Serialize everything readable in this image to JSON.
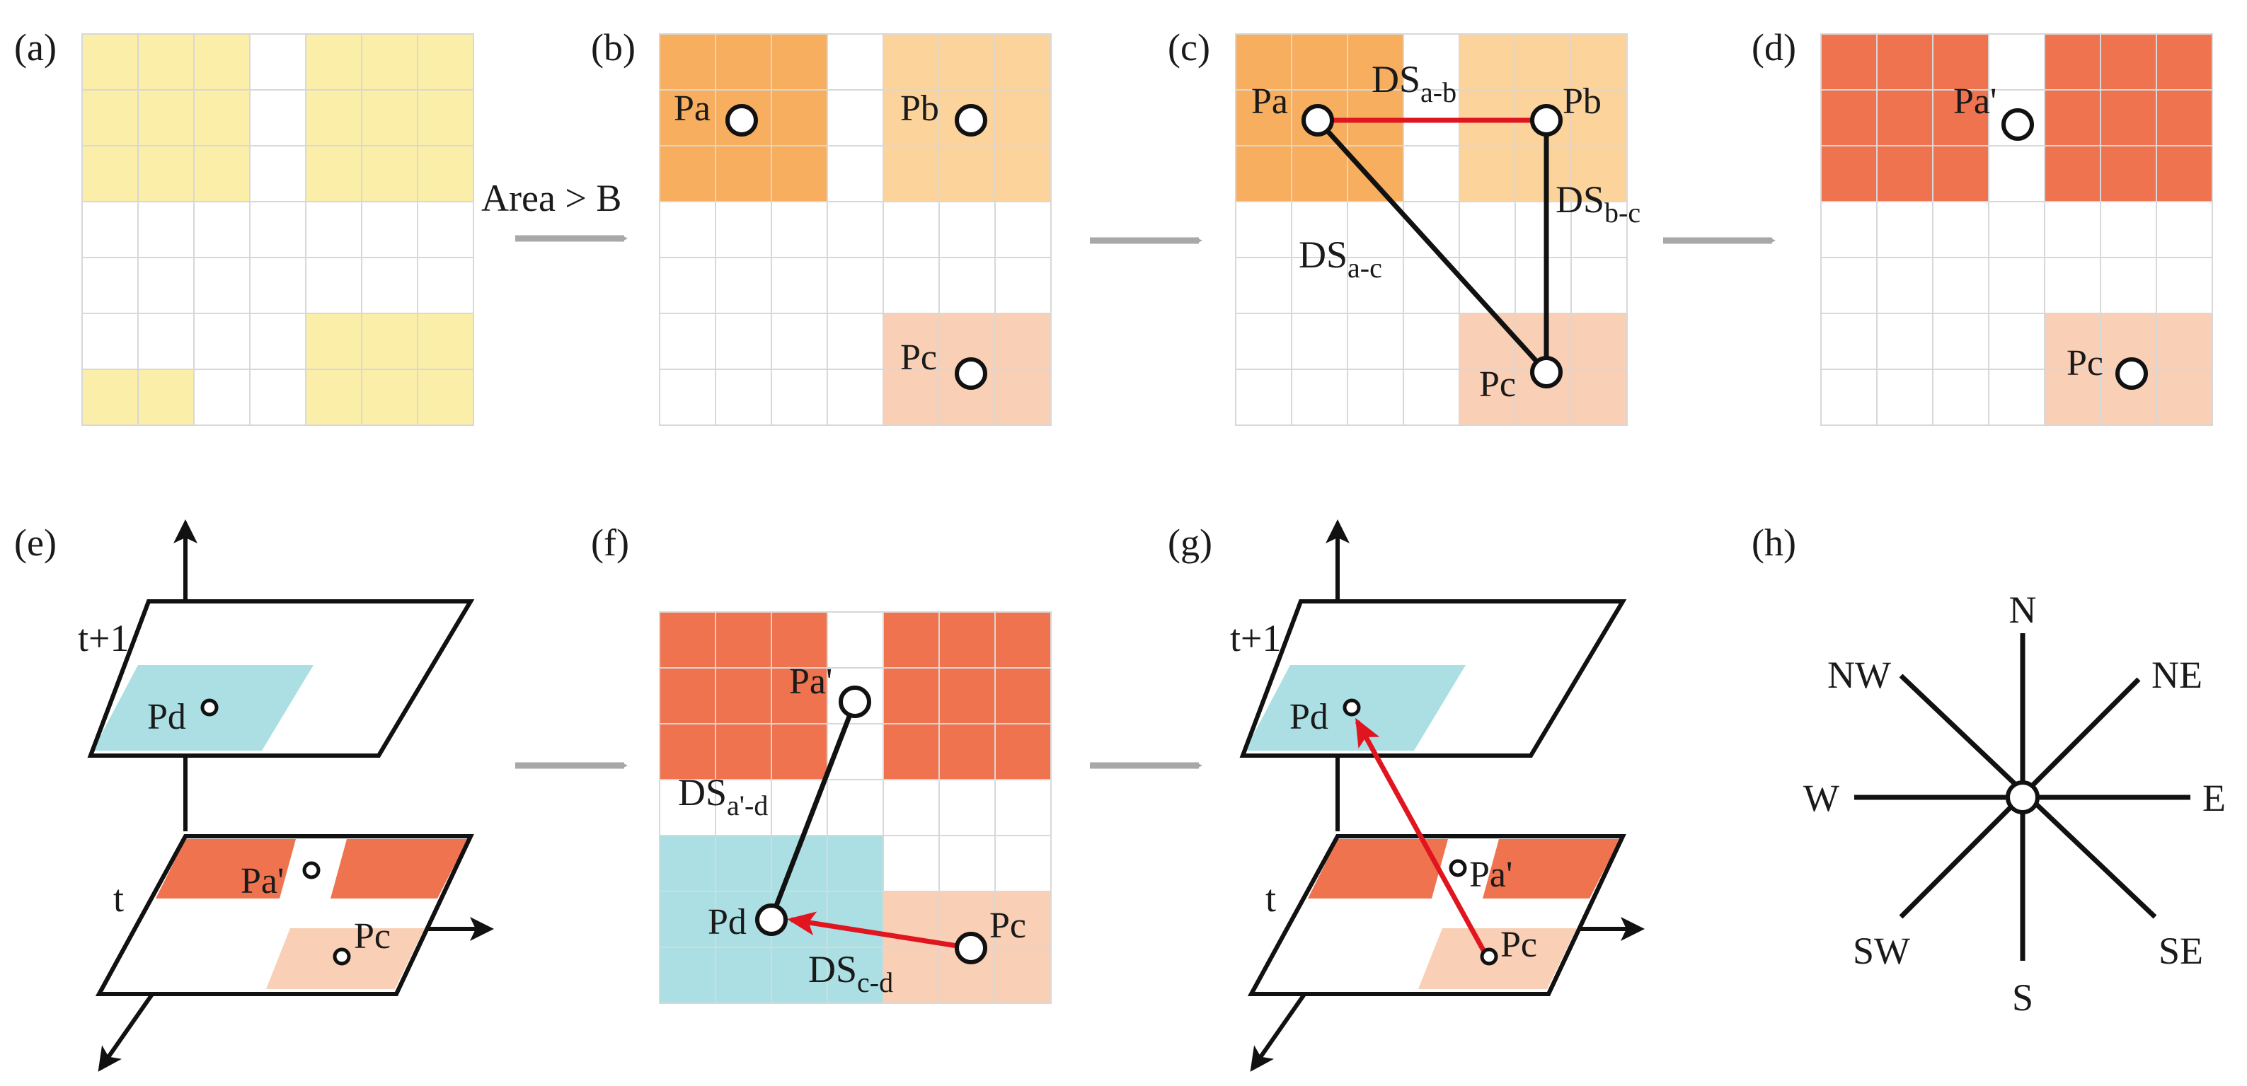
{
  "colors": {
    "yellow": "#fbeea9",
    "orange_dark": "#f7ae5f",
    "orange_light": "#fdd39c",
    "peach": "#f9cfb5",
    "red": "#f0734f",
    "cyan": "#abdfe4",
    "grid": "#d8d8d8",
    "arrow_grey": "#a8a8a8",
    "arrow_red": "#e01520",
    "ink": "#111111"
  },
  "panels": {
    "a": {
      "label": "(a)"
    },
    "b": {
      "label": "(b)",
      "pa": "Pa",
      "pb": "Pb",
      "pc": "Pc"
    },
    "c": {
      "label": "(c)",
      "pa": "Pa",
      "pb": "Pb",
      "pc": "Pc",
      "ds_ab": "DS",
      "ds_ab_sub": "a-b",
      "ds_bc": "DS",
      "ds_bc_sub": "b-c",
      "ds_ac": "DS",
      "ds_ac_sub": "a-c"
    },
    "d": {
      "label": "(d)",
      "pa": "Pa'",
      "pc": "Pc"
    },
    "e": {
      "label": "(e)",
      "t1": "t+1",
      "t": "t",
      "pd": "Pd",
      "pa": "Pa'",
      "pc": "Pc"
    },
    "f": {
      "label": "(f)",
      "pa": "Pa'",
      "pd": "Pd",
      "pc": "Pc",
      "ds_ad": "DS",
      "ds_ad_sub": "a'-d",
      "ds_cd": "DS",
      "ds_cd_sub": "c-d"
    },
    "g": {
      "label": "(g)",
      "t1": "t+1",
      "t": "t",
      "pd": "Pd",
      "pa": "Pa'",
      "pc": "Pc"
    },
    "h": {
      "label": "(h)",
      "n": "N",
      "ne": "NE",
      "e": "E",
      "se": "SE",
      "s": "S",
      "sw": "SW",
      "w": "W",
      "nw": "NW"
    }
  },
  "arrows": {
    "ab_label": "Area > B"
  }
}
